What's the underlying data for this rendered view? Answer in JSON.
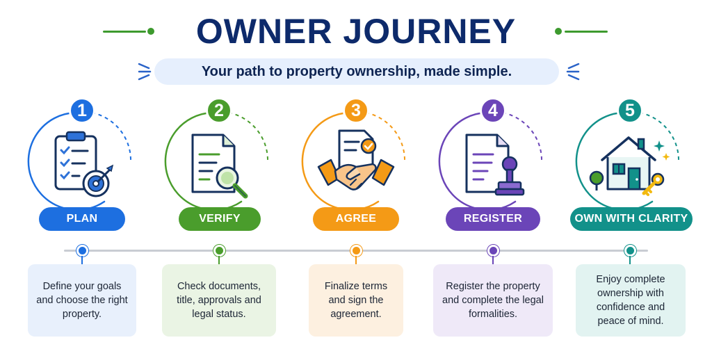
{
  "header": {
    "title": "OWNER JOURNEY",
    "subtitle": "Your path to property ownership, made simple.",
    "title_color": "#0d2a6b",
    "accent_green": "#3d9a2e",
    "subtitle_bg": "#e6effd"
  },
  "steps": [
    {
      "number": "1",
      "label": "PLAN",
      "description": "Define your goals and choose the right property.",
      "icon": "clipboard-target-icon",
      "color": "#1d6fe0",
      "box_bg": "#e8f0fc"
    },
    {
      "number": "2",
      "label": "VERIFY",
      "description": "Check documents, title, approvals and legal status.",
      "icon": "document-magnifier-icon",
      "color": "#4a9d2c",
      "box_bg": "#eaf4e4"
    },
    {
      "number": "3",
      "label": "AGREE",
      "description": "Finalize terms and sign the agreement.",
      "icon": "handshake-icon",
      "color": "#f49a16",
      "box_bg": "#fdf0e0"
    },
    {
      "number": "4",
      "label": "REGISTER",
      "description": "Register the property and complete the legal formalities.",
      "icon": "document-stamp-icon",
      "color": "#6b45b8",
      "box_bg": "#efe9f8"
    },
    {
      "number": "5",
      "label": "OWN WITH CLARITY",
      "description": "Enjoy complete ownership with confidence and peace of mind.",
      "icon": "house-key-icon",
      "color": "#12918a",
      "box_bg": "#e2f3f1"
    }
  ]
}
